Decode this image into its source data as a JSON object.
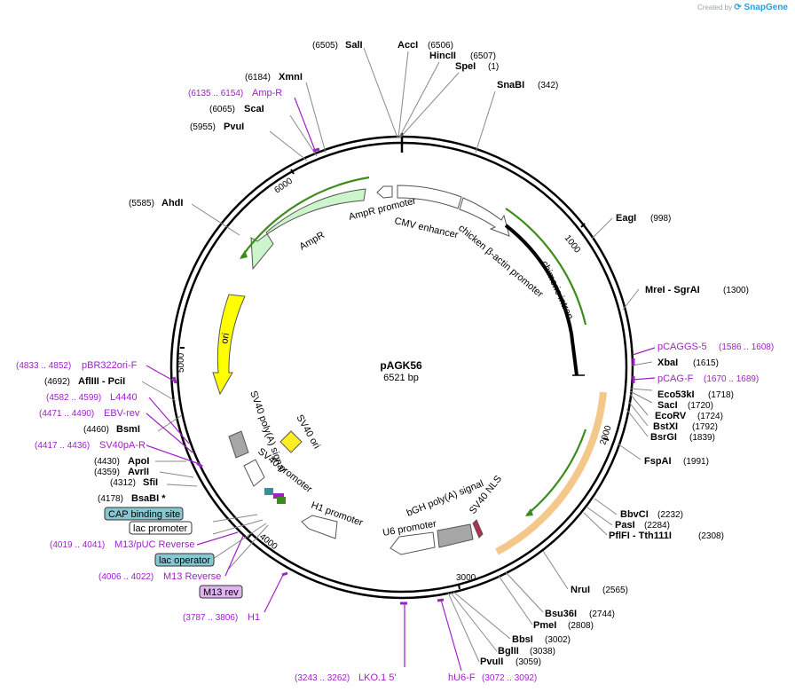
{
  "attribution": {
    "prefix": "Created by",
    "brand": "SnapGene"
  },
  "center": {
    "name": "pAGK56",
    "length": "6521 bp"
  },
  "ticks": [
    "1000",
    "2000",
    "3000",
    "4000",
    "5000",
    "6000"
  ],
  "sites": [
    {
      "pos": "(6505)",
      "name": "SalI"
    },
    {
      "name": "AccI",
      "pos": "(6506)"
    },
    {
      "name": "HincII",
      "pos": "(6507)"
    },
    {
      "name": "SpeI",
      "pos": "(1)"
    },
    {
      "name": "SnaBI",
      "pos": "(342)"
    },
    {
      "pos": "(6184)",
      "name": "XmnI"
    },
    {
      "pos": "(6065)",
      "name": "ScaI"
    },
    {
      "pos": "(5955)",
      "name": "PvuI"
    },
    {
      "pos": "(5585)",
      "name": "AhdI"
    },
    {
      "name": "EagI",
      "pos": "(998)"
    },
    {
      "name": "MreI  -  SgrAI",
      "pos": "(1300)"
    },
    {
      "name": "XbaI",
      "pos": "(1615)"
    },
    {
      "name": "Eco53kI",
      "pos": "(1718)"
    },
    {
      "name": "SacI",
      "pos": "(1720)"
    },
    {
      "name": "EcoRV",
      "pos": "(1724)"
    },
    {
      "name": "BstXI",
      "pos": "(1792)"
    },
    {
      "name": "BsrGI",
      "pos": "(1839)"
    },
    {
      "name": "FspAI",
      "pos": "(1991)"
    },
    {
      "name": "BbvCI",
      "pos": "(2232)"
    },
    {
      "name": "PasI",
      "pos": "(2284)"
    },
    {
      "name": "PflFI  -  Tth111I",
      "pos": "(2308)"
    },
    {
      "name": "NruI",
      "pos": "(2565)"
    },
    {
      "name": "Bsu36I",
      "pos": "(2744)"
    },
    {
      "name": "PmeI",
      "pos": "(2808)"
    },
    {
      "name": "BbsI",
      "pos": "(3002)"
    },
    {
      "name": "BglII",
      "pos": "(3038)"
    },
    {
      "name": "PvuII",
      "pos": "(3059)"
    },
    {
      "pos": "(4692)",
      "name": "AflIII  -  PciI"
    },
    {
      "pos": "(4460)",
      "name": "BsmI"
    },
    {
      "pos": "(4430)",
      "name": "ApoI"
    },
    {
      "pos": "(4359)",
      "name": "AvrII"
    },
    {
      "pos": "(4312)",
      "name": "SfiI"
    },
    {
      "pos": "(4178)",
      "name": "BsaBI  *"
    }
  ],
  "primers": [
    {
      "pos": "(6135 .. 6154)",
      "name": "Amp-R"
    },
    {
      "name": "pCAGGS-5",
      "pos": "(1586 .. 1608)"
    },
    {
      "name": "pCAG-F",
      "pos": "(1670 .. 1689)"
    },
    {
      "pos": "(4833 .. 4852)",
      "name": "pBR322ori-F"
    },
    {
      "pos": "(4582 .. 4599)",
      "name": "L4440"
    },
    {
      "pos": "(4471 .. 4490)",
      "name": "EBV-rev"
    },
    {
      "pos": "(4417 .. 4436)",
      "name": "SV40pA-R"
    },
    {
      "pos": "(4019 .. 4041)",
      "name": "M13/pUC Reverse"
    },
    {
      "pos": "(4006 .. 4022)",
      "name": "M13 Reverse"
    },
    {
      "pos": "(3787 .. 3806)",
      "name": "H1"
    },
    {
      "pos": "(3243 .. 3262)",
      "name": "LKO.1 5'"
    },
    {
      "name": "hU6-F",
      "pos": "(3072 .. 3092)"
    }
  ],
  "boxed": {
    "cap": "CAP binding site",
    "lac_promoter": "lac promoter",
    "lac_operator": "lac operator",
    "m13rev": "M13 rev"
  },
  "features": {
    "ampr_promoter": "AmpR promoter",
    "cmv": "CMV enhancer",
    "chicken": "chicken β-actin promoter",
    "intron": "chimeric intron",
    "ampr": "AmpR",
    "ori": "ori",
    "sv40_polya": "SV40 poly(A) signal",
    "sv40_ori": "SV40 ori",
    "sv40_promoter": "SV40 promoter",
    "h1": "H1 promoter",
    "u6": "U6 promoter",
    "bgh": "bGH poly(A) signal",
    "sv40_nls": "SV40 NLS"
  },
  "colors": {
    "ampr": "#ccf5cc",
    "ori": "#ffff00",
    "orf": "#f4c88a",
    "promoter": "#ffffff",
    "polya": "#a6a6a6",
    "sv40ori": "#ffee22",
    "primer": "#a020c8",
    "cap": "#87c7d2",
    "lac_op": "#87c7d2",
    "m13": "#e0b3f2"
  }
}
